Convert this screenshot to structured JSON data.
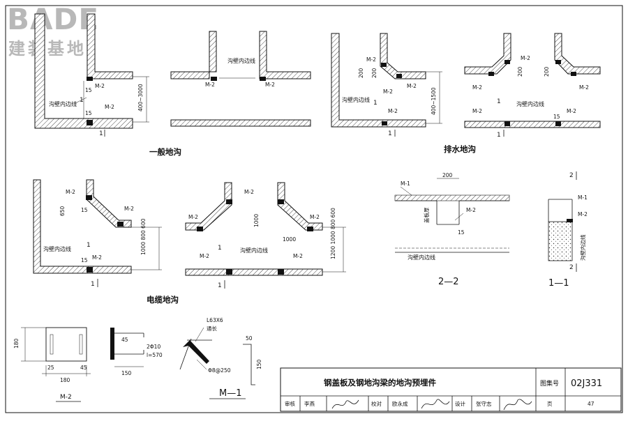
{
  "logo": {
    "brand": "BADE",
    "sub": "建装基地"
  },
  "labels": {
    "m1": "M-1",
    "m2": "M-2",
    "inner_edge": "沟壁内边线",
    "dim_200": "200",
    "dim_15": "15",
    "dim_1000": "1000",
    "dim_650": "650",
    "dim_400_3000": "400~3000",
    "dim_400_1500": "400~1500",
    "dim_1000_800_600": "1000 800 600",
    "dim_1200_1000_800_600": "1200 1000 800 600",
    "dim_180": "180",
    "dim_25": "25",
    "dim_45": "45",
    "dim_150": "150",
    "dim_50": "50",
    "rebar_2d10": "2Φ10",
    "rebar_l570": "l=570",
    "angle_l63": "L63X6",
    "angle_full": "通长",
    "anchor_d8": "Φ8@250",
    "depth_note": "盖板厚",
    "cut_1": "1",
    "cut_2": "2"
  },
  "groups": {
    "general": "一般地沟",
    "drainage": "排水地沟",
    "cable": "电缆地沟"
  },
  "sections": {
    "s22": "2—2",
    "s11": "1—1",
    "m1": "M—1",
    "m2": "M-2"
  },
  "title_block": {
    "title": "钢盖板及钢地沟梁的地沟预埋件",
    "atlas_label": "图集号",
    "atlas_no": "02J331",
    "review_label": "审核",
    "reviewer": "李燕",
    "check_label": "校对",
    "checker": "欧永成",
    "design_label": "设计",
    "designer": "张守志",
    "page_label": "页",
    "page_no": "47"
  }
}
